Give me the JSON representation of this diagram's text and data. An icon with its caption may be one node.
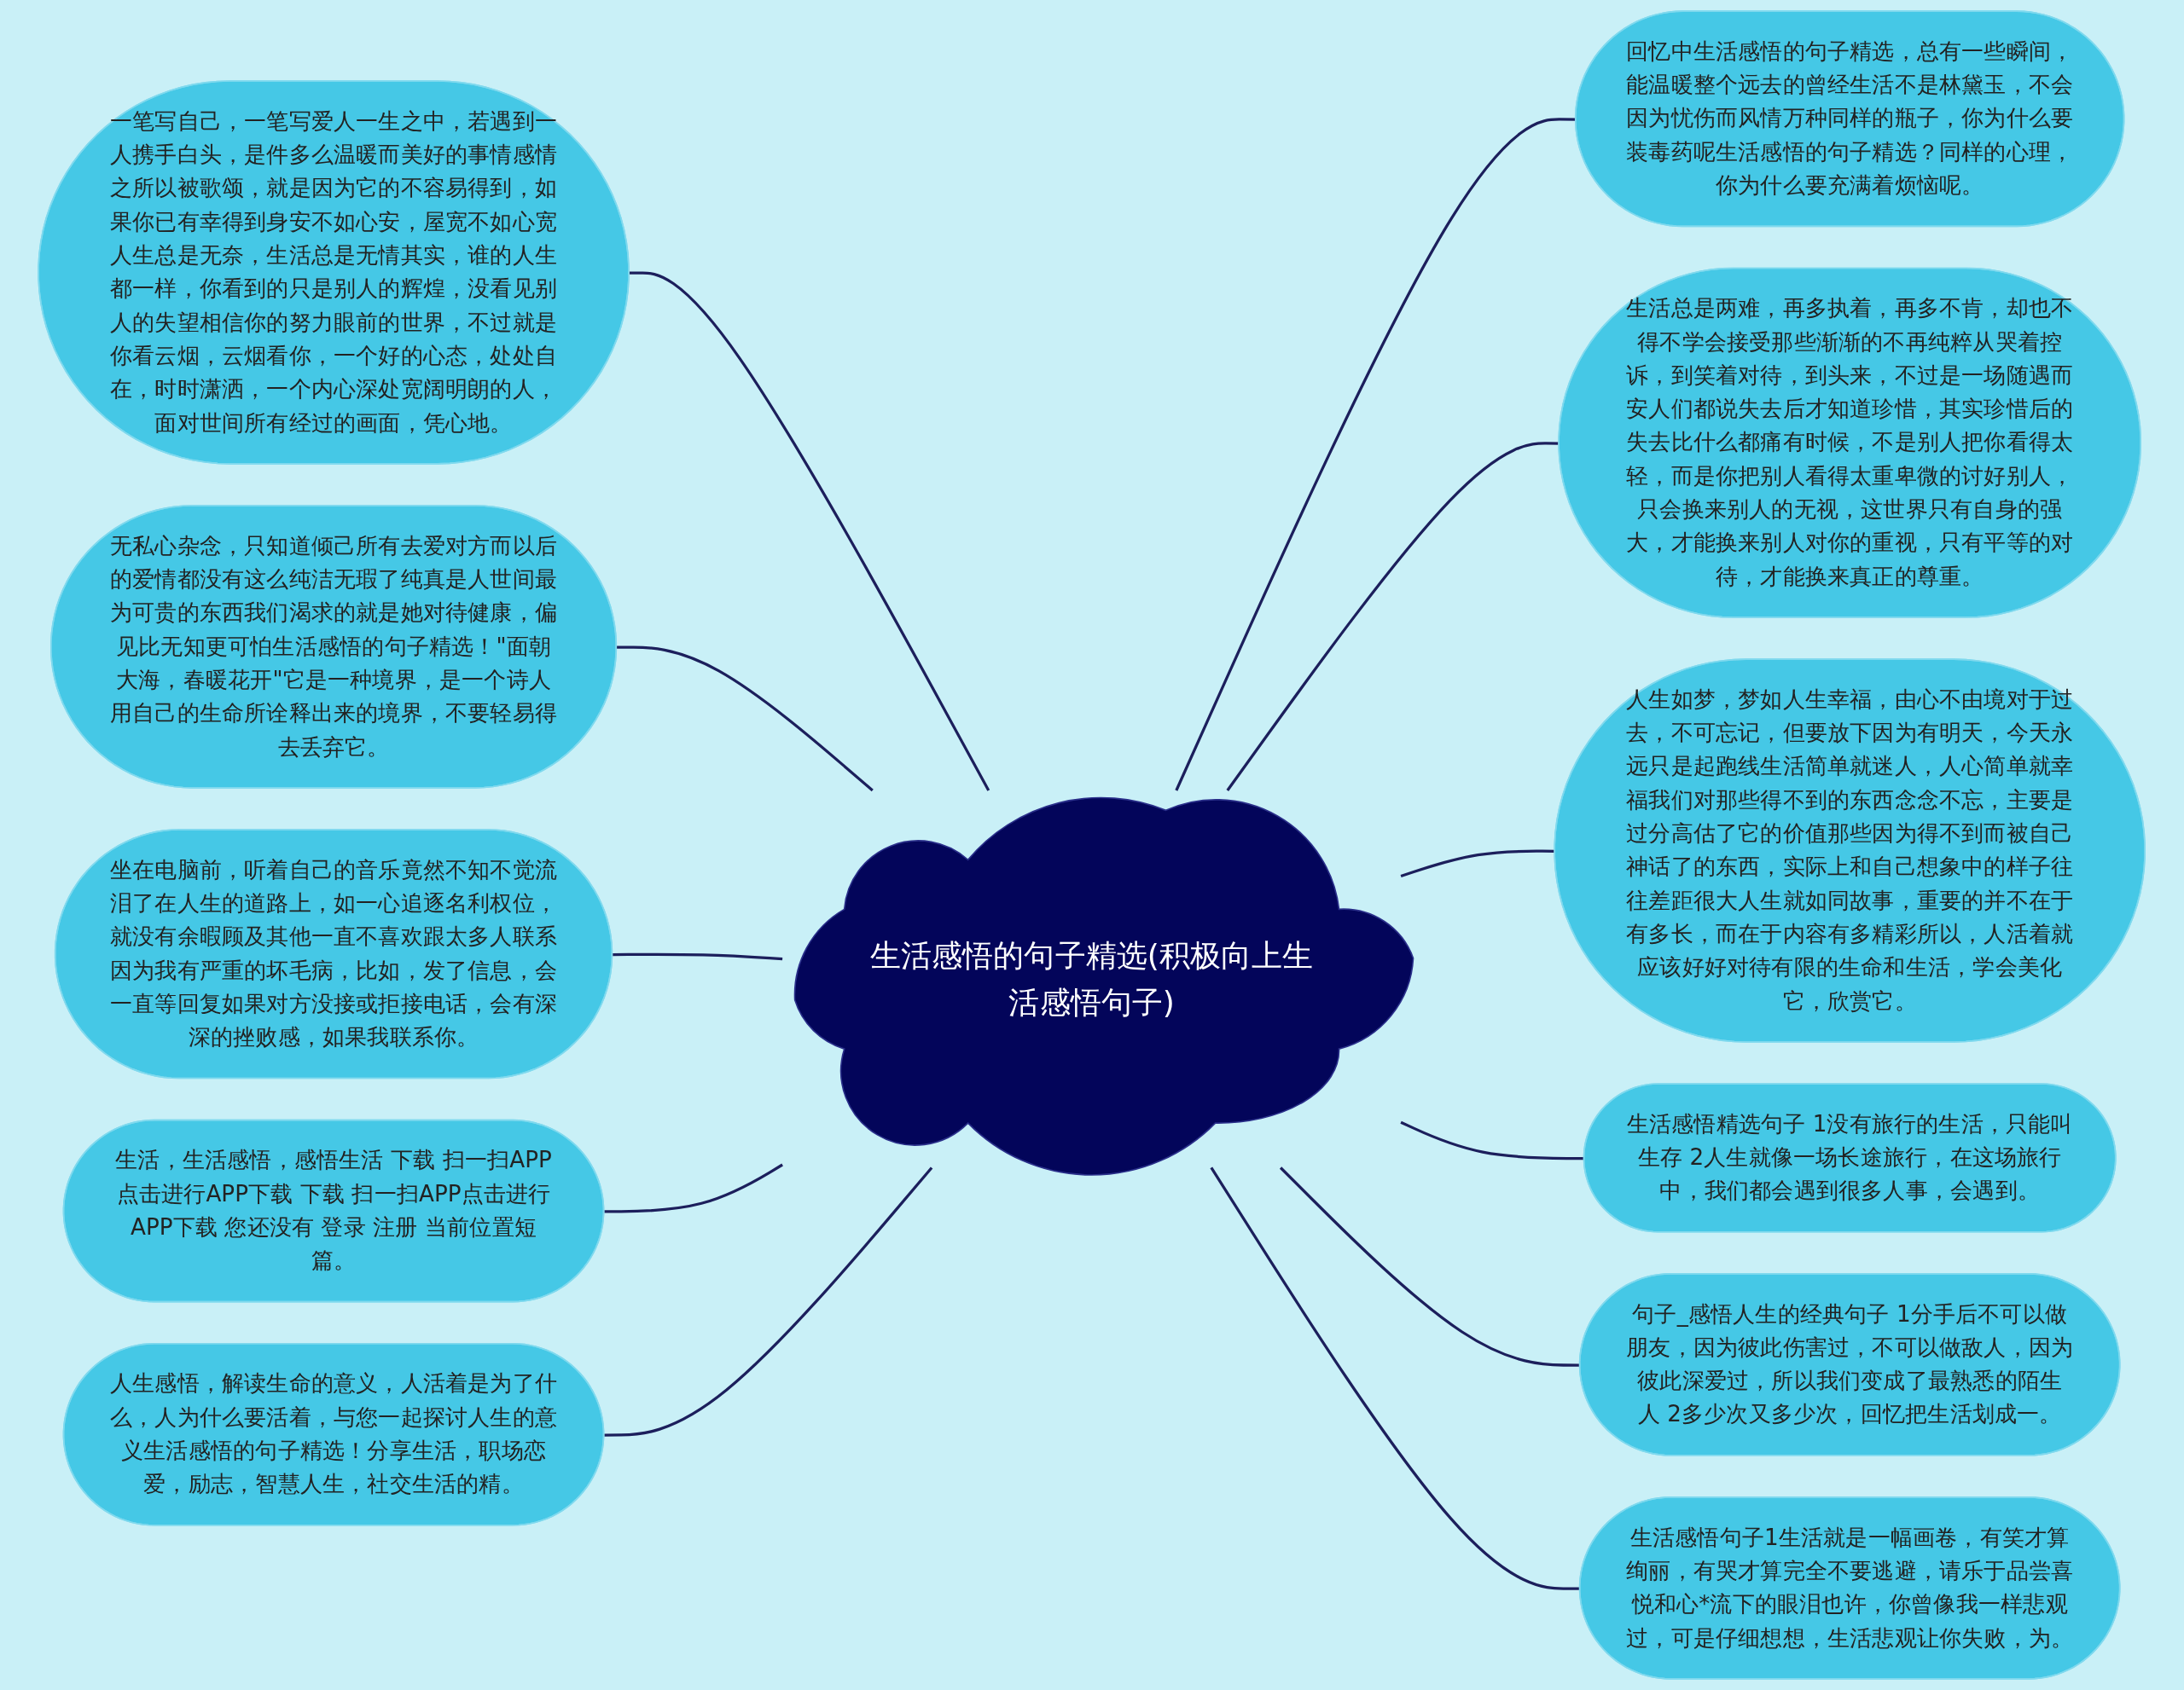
{
  "diagram": {
    "nodes": [
      {
        "text": [
          "生活感悟的句子精选(积极向上生活感悟句子)"
        ]
      },
      {
        "text": [
          "一笔写自己，一笔写爱人一生之中，若遇到一人携手白头，是件多么温暖而美好的事情感情之所以被歌颂，就是因为它的不容易得到，如果你已有幸得到身安不如心安，屋宽不如心宽人生总是无奈，生活总是无情其实，谁的人生都一样，你看到的只是别人的辉煌，没看见别人的失望相信你的努力眼前的世界，不过就是你看云烟，云烟看你，一个好的心态，处处自在，时时潇洒，一个内心深处宽阔明朗的人，面对世间所有经过的画面，凭心地。"
        ]
      },
      {
        "text": [
          "无私心杂念，只知道倾己所有去爱对方而以后的爱情都没有这么纯洁无瑕了纯真是人世间最为可贵的东西我们渴求的就是她对待健康，偏见比无知更可怕生活感悟的句子精选！\"面朝大海，春暖花开\"它是一种境界，是一个诗人用自己的生命所诠释出来的境界，不要轻易得去丢弃它。"
        ]
      },
      {
        "text": [
          "坐在电脑前，听着自己的音乐竟然不知不觉流泪了在人生的道路上，如一心追逐名利权位，就没有余暇顾及其他一直不喜欢跟太多人联系因为我有严重的坏毛病，比如，发了信息，会一直等回复如果对方没接或拒接电话，会有深深的挫败感，如果我联系你。"
        ]
      },
      {
        "text": [
          "生活，生活感悟，感悟生活 下载 扫一扫APP点击进行APP下载 下载 扫一扫APP点击进行APP下载 您还没有 登录 注册 当前位置短篇。"
        ]
      },
      {
        "text": [
          "人生感悟，解读生命的意义，人活着是为了什么，人为什么要活着，与您一起探讨人生的意义生活感悟的句子精选！分享生活，职场恋爱，励志，智慧人生，社交生活的精。"
        ]
      },
      {
        "text": [
          "回忆中生活感悟的句子精选，总有一些瞬间，能温暖整个远去的曾经生活不是林黛玉，不会因为忧伤而风情万种同样的瓶子，你为什么要装毒药呢生活感悟的句子精选？同样的心理，你为什么要充满着烦恼呢。"
        ]
      },
      {
        "text": [
          "生活总是两难，再多执着，再多不肯，却也不得不学会接受那些渐渐的不再纯粹从哭着控诉，到笑着对待，到头来，不过是一场随遇而安人们都说失去后才知道珍惜，其实珍惜后的失去比什么都痛有时候，不是别人把你看得太轻，而是你把别人看得太重卑微的讨好别人，只会换来别人的无视，这世界只有自身的强大，才能换来别人对你的重视，只有平等的对待，才能换来真正的尊重。"
        ]
      },
      {
        "text": [
          "人生如梦，梦如人生幸福，由心不由境对于过去，不可忘记，但要放下因为有明天，今天永远只是起跑线生活简单就迷人，人心简单就幸福我们对那些得不到的东西念念不忘，主要是过分高估了它的价值那些因为得不到而被自己神话了的东西，实际上和自己想象中的样子往往差距很大人生就如同故事，重要的并不在于有多长，而在于内容有多精彩所以，人活着就应该好好对待有限的生命和生活，学会美化它，欣赏它。"
        ]
      },
      {
        "text": [
          "生活感悟精选句子 1没有旅行的生活，只能叫生存 2人生就像一场长途旅行，在这场旅行中，我们都会遇到很多人事，会遇到。"
        ]
      },
      {
        "text": [
          "句子_感悟人生的经典句子 1分手后不可以做朋友，因为彼此伤害过，不可以做敌人，因为彼此深爱过，所以我们变成了最熟悉的陌生人 2多少次又多少次，回忆把生活划成一。"
        ]
      },
      {
        "text": [
          "生活感悟句子1生活就是一幅画卷，有笑才算绚丽，有哭才算完全不要逃避，请乐于品尝喜悦和心*流下的眼泪也许，你曾像我一样悲观过，可是仔细想想，生活悲观让你失败，为。"
        ]
      }
    ],
    "edges": [
      {
        "from": 0,
        "to": 1,
        "arrow": "none"
      },
      {
        "from": 0,
        "to": 2,
        "arrow": "none"
      },
      {
        "from": 0,
        "to": 3,
        "arrow": "none"
      },
      {
        "from": 0,
        "to": 4,
        "arrow": "none"
      },
      {
        "from": 0,
        "to": 5,
        "arrow": "none"
      },
      {
        "from": 0,
        "to": 6,
        "arrow": "none"
      },
      {
        "from": 0,
        "to": 7,
        "arrow": "none"
      },
      {
        "from": 0,
        "to": 8,
        "arrow": "none"
      },
      {
        "from": 0,
        "to": 9,
        "arrow": "none"
      },
      {
        "from": 0,
        "to": 10,
        "arrow": "none"
      },
      {
        "from": 0,
        "to": 11,
        "arrow": "none"
      }
    ]
  }
}
